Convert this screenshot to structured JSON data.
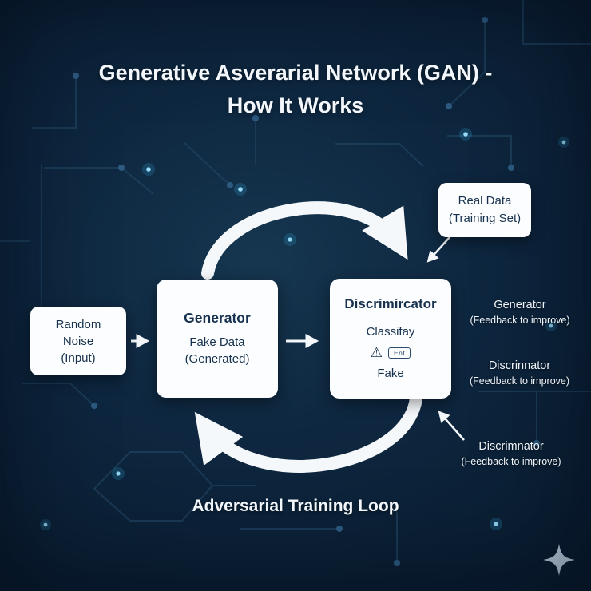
{
  "title": {
    "line1": "Generative Asverarial Network (GAN) -",
    "line2": "How It Works"
  },
  "nodes": {
    "random_noise": {
      "lines": [
        "Random",
        "Noise",
        "(Input)"
      ]
    },
    "generator": {
      "title": "Generator",
      "sub1": "Fake Data",
      "sub2": "(Generated)"
    },
    "discriminator": {
      "title": "Discrimircator",
      "sub1": "Classifay",
      "badge": "Ent",
      "sub2": "Fake"
    },
    "real_data": {
      "line1": "Real Data",
      "line2": "(Training Set)"
    }
  },
  "annotations": {
    "generator_feedback": {
      "line1": "Generator",
      "line2": "(Feedback to improve)"
    },
    "discriminator_feedback_right": {
      "line1": "Discrinnator",
      "line2": "(Feedback to improve)"
    },
    "discriminator_feedback_bottom": {
      "line1": "Discrimnator",
      "line2": "(Feedback to improve)"
    }
  },
  "footer": {
    "loop_label": "Adversarial Training Loop"
  },
  "icons": {
    "warning": "⚠",
    "sparkle": "four-point-star",
    "flow_arrow": "right-arrow",
    "loop_arrows": "circular-training-loop"
  },
  "colors": {
    "background": "#0e2740",
    "box_background": "#fcfdfe",
    "box_text": "#17324e",
    "title_text": "#f3f7fb",
    "arrow": "#f5f8fb",
    "circuit_line": "#1f425f",
    "accent_glow": "#35c3ff"
  }
}
